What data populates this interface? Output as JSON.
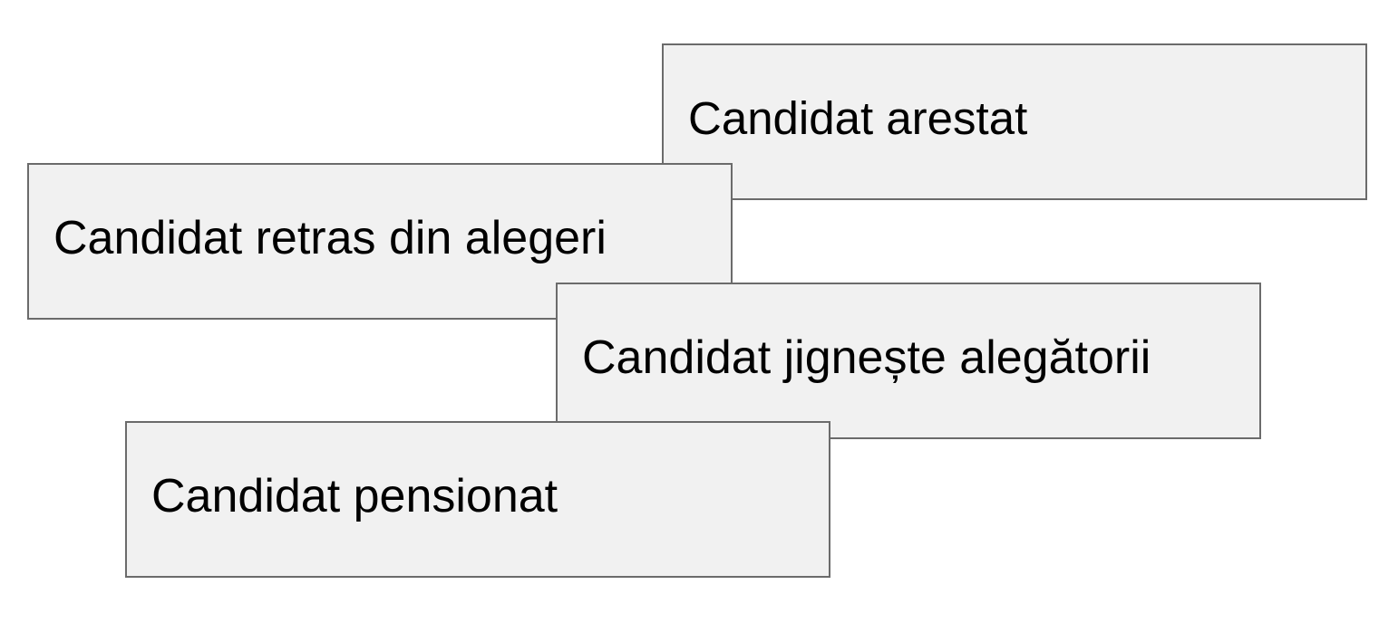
{
  "cards": [
    {
      "label": "Candidat arestat"
    },
    {
      "label": "Candidat retras din alegeri"
    },
    {
      "label": "Candidat jignește alegătorii"
    },
    {
      "label": "Candidat pensionat"
    }
  ]
}
